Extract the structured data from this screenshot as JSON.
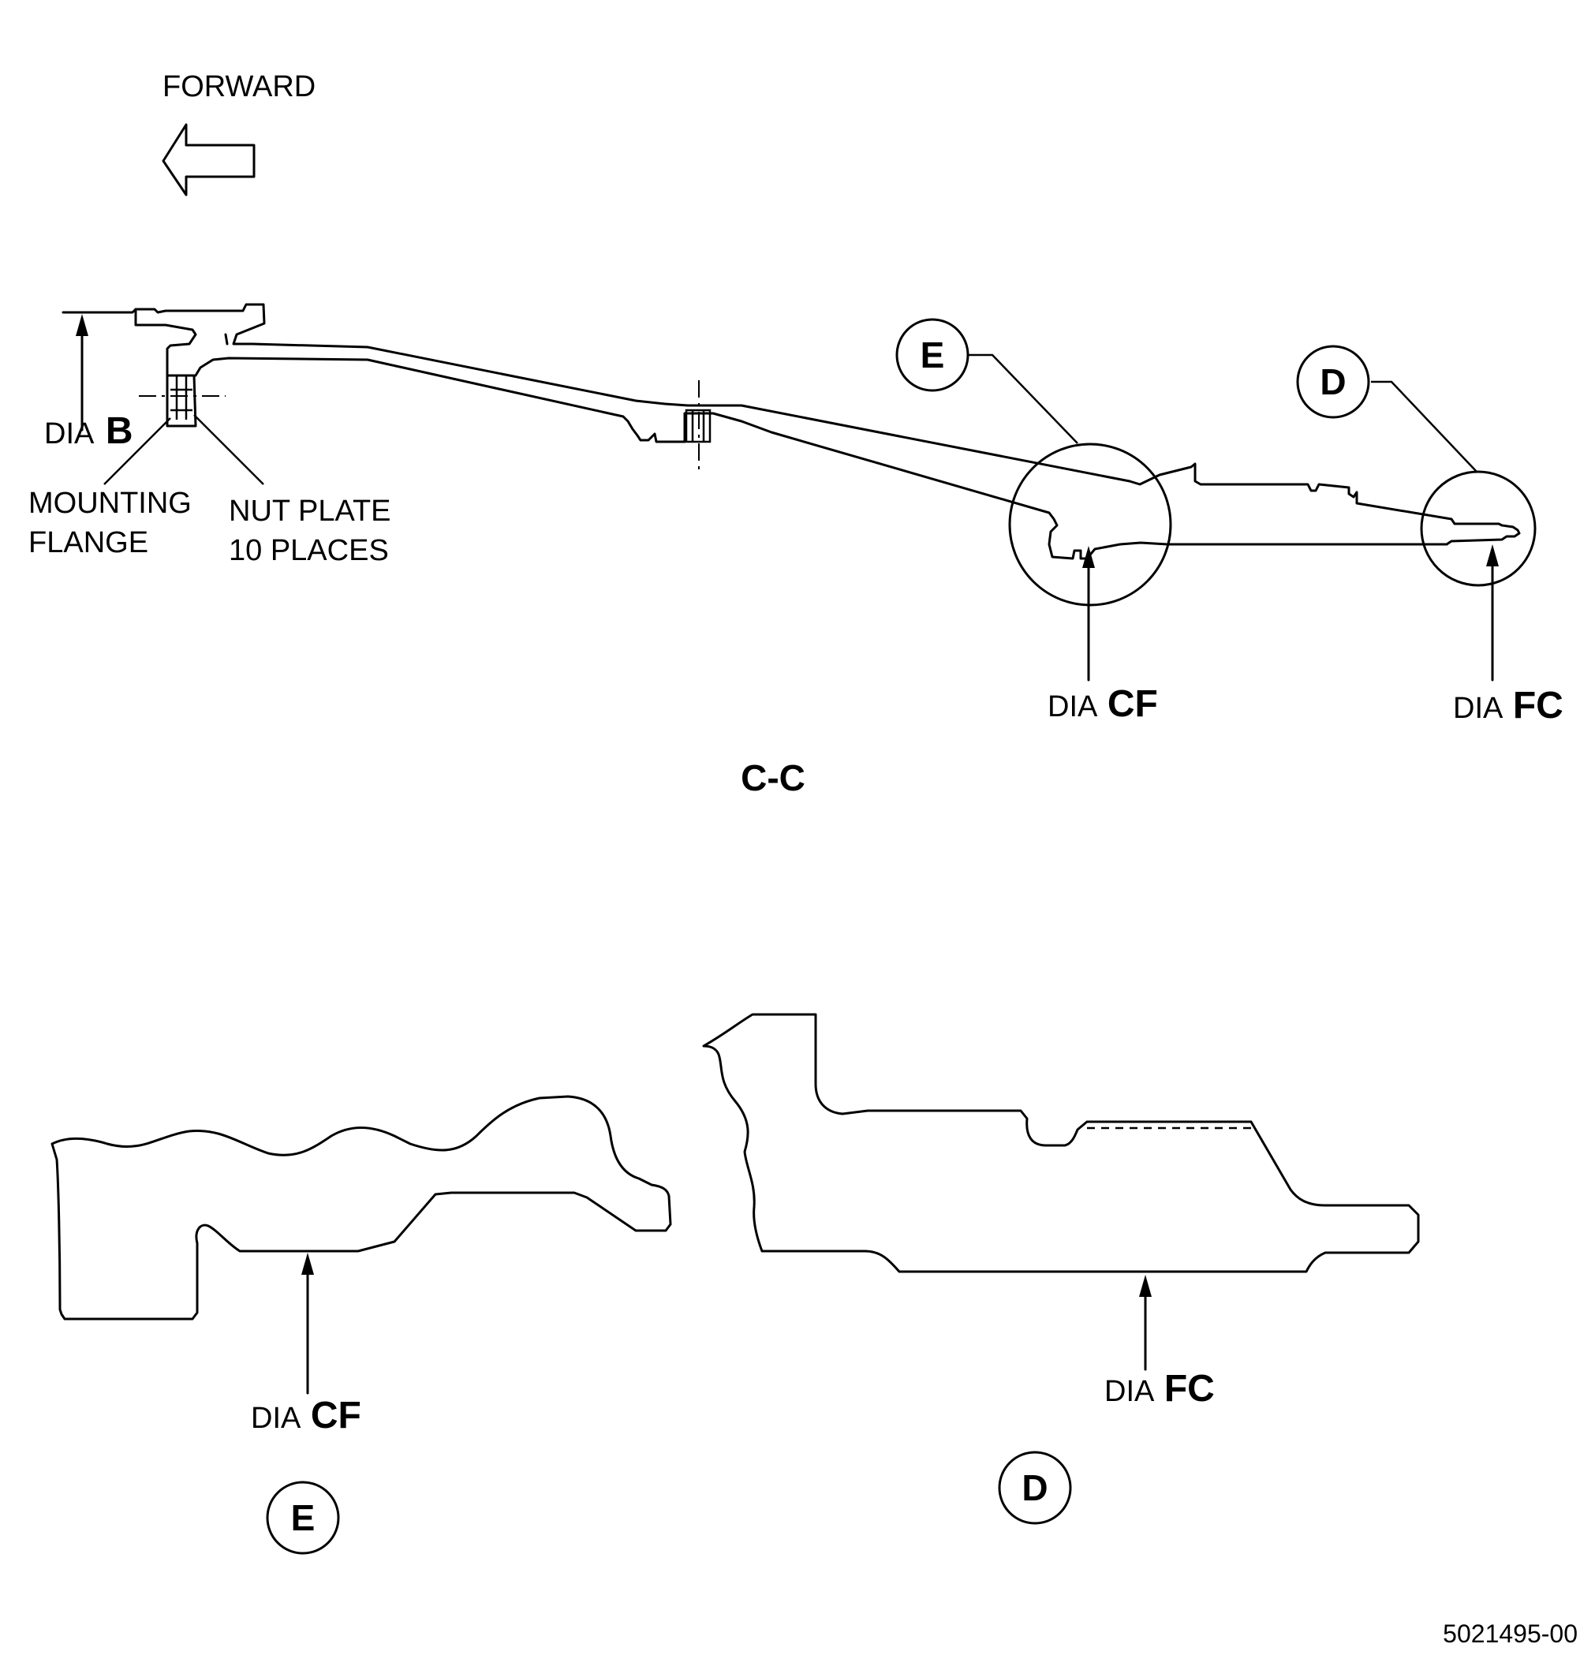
{
  "direction_label": "FORWARD",
  "labels": {
    "dia_prefix": "DIA",
    "dia_b": "B",
    "dia_cf": "CF",
    "dia_fc": "FC",
    "mounting_flange_1": "MOUNTING",
    "mounting_flange_2": "FLANGE",
    "nut_plate_1": "NUT PLATE",
    "nut_plate_2": "10 PLACES"
  },
  "section_label": "C-C",
  "callouts": {
    "e": "E",
    "d": "D"
  },
  "drawing_number": "5021495-00"
}
